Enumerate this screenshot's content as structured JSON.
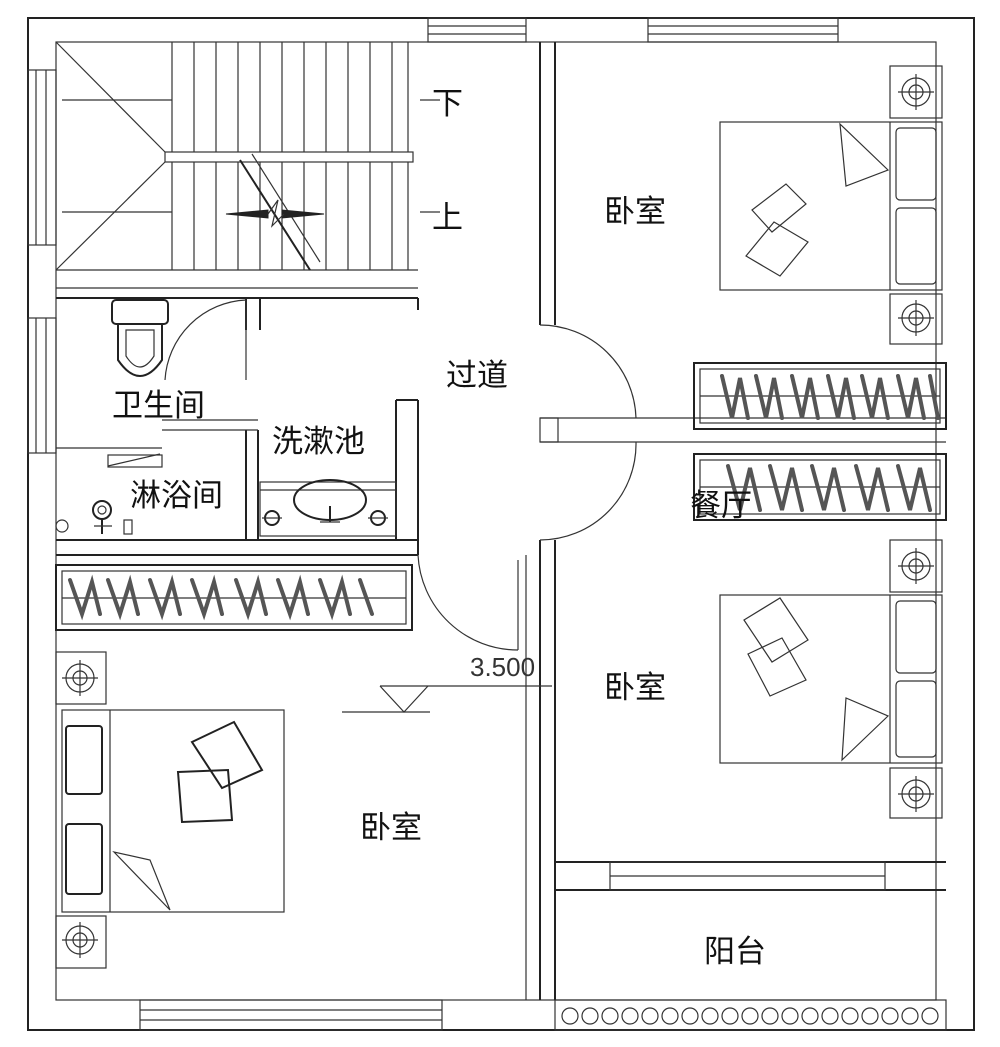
{
  "rooms": {
    "stairs_down": "下",
    "stairs_up": "上",
    "bedroom_top_right": "卧室",
    "corridor": "过道",
    "bathroom": "卫生间",
    "wash_basin": "洗漱池",
    "shower": "淋浴间",
    "dining": "餐厅",
    "bedroom_mid_right": "卧室",
    "bedroom_bottom_left": "卧室",
    "balcony": "阳台"
  },
  "level_mark": "3.500"
}
